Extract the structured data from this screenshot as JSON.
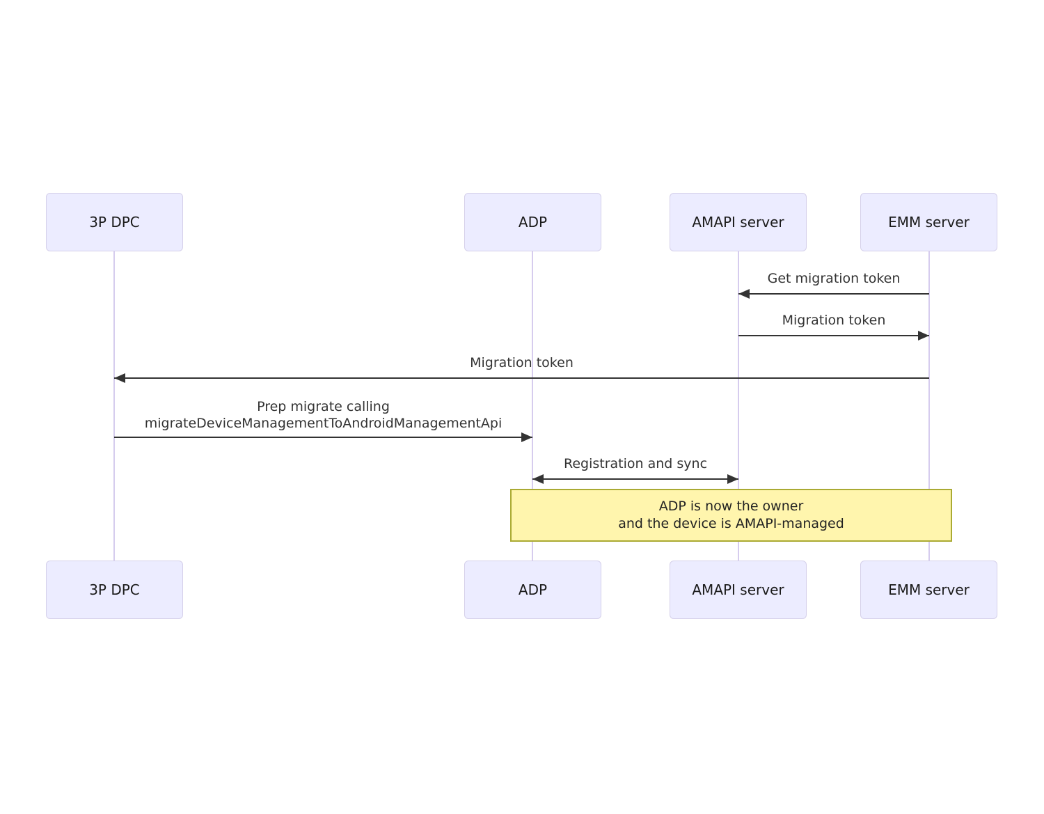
{
  "diagram": {
    "kind": "sequence-diagram",
    "actors": [
      {
        "label": "3P DPC"
      },
      {
        "label": "ADP"
      },
      {
        "label": "AMAPI server"
      },
      {
        "label": "EMM server"
      }
    ],
    "messages": [
      {
        "label": "Get migration token",
        "from": "EMM server",
        "to": "AMAPI server",
        "direction": "left"
      },
      {
        "label": "Migration token",
        "from": "AMAPI server",
        "to": "EMM server",
        "direction": "right"
      },
      {
        "label": "Migration token",
        "from": "EMM server",
        "to": "3P DPC",
        "direction": "left"
      },
      {
        "line1": "Prep migrate calling",
        "line2": "migrateDeviceManagementToAndroidManagementApi",
        "from": "3P DPC",
        "to": "ADP",
        "direction": "right"
      },
      {
        "label": "Registration and sync",
        "from": "ADP",
        "to": "AMAPI server",
        "direction": "both"
      }
    ],
    "note": {
      "over": [
        "ADP",
        "AMAPI server",
        "EMM server"
      ],
      "line1": "ADP is now the owner",
      "line2": "and the device is AMAPI-managed"
    },
    "colors": {
      "actor_fill": "#ECECFF",
      "actor_border": "#D5D0EA",
      "lifeline": "#D6CCEE",
      "arrow": "#333333",
      "message_text": "#333333",
      "note_fill": "#FFF5AD",
      "note_border": "#AAAA33",
      "note_text": "#222222"
    }
  }
}
